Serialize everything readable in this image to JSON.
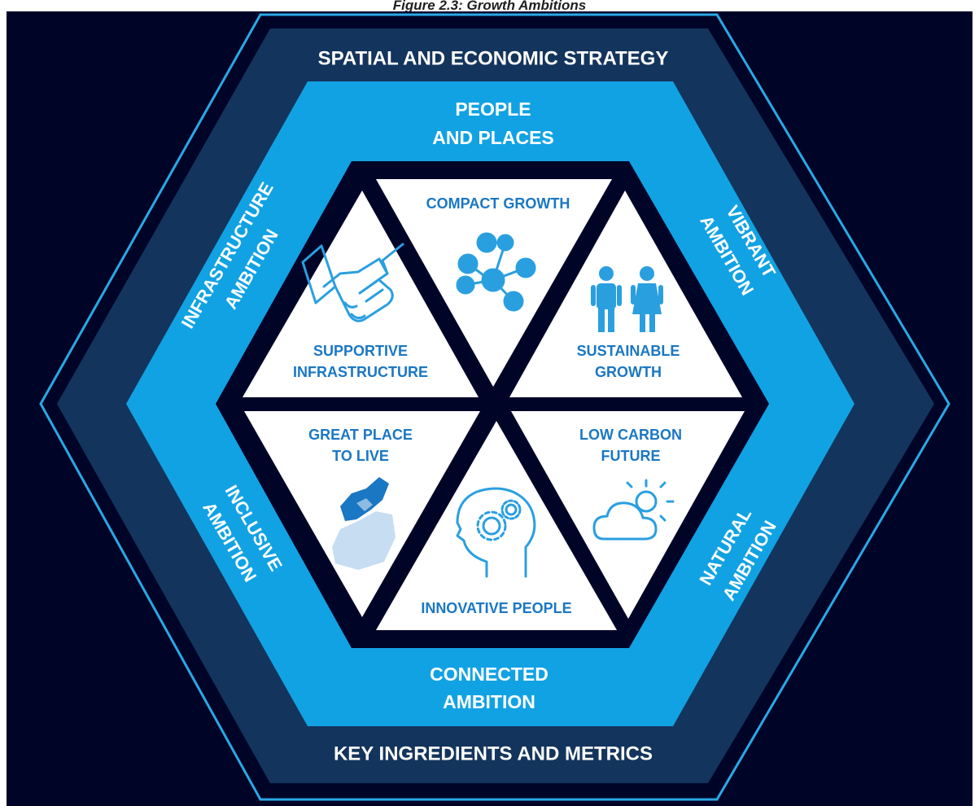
{
  "caption": "Figure 2.3: Growth Ambitions",
  "colors": {
    "background": "#000528",
    "outer_outline": "#2aa8e6",
    "outer_band": "#13345c",
    "middle_band": "#11a2e4",
    "inner_frame": "#000528",
    "triangle_fill": "#ffffff",
    "triangle_text": "#1a77c4",
    "icon": "#2a9fe0"
  },
  "outer_band": {
    "top_label": "SPATIAL AND ECONOMIC STRATEGY",
    "bottom_label": "KEY INGREDIENTS AND METRICS"
  },
  "ambitions": {
    "top": [
      "PEOPLE",
      "AND PLACES"
    ],
    "bottom": [
      "CONNECTED",
      "AMBITION"
    ],
    "upper_left": [
      "INFRASTRUCTURE",
      "AMBITION"
    ],
    "lower_left": [
      "INCLUSIVE",
      "AMBITION"
    ],
    "upper_right": [
      "VIBRANT",
      "AMBITION"
    ],
    "lower_right": [
      "NATURAL",
      "AMBITION"
    ]
  },
  "segments": {
    "top": {
      "lines": [
        "COMPACT GROWTH"
      ],
      "icon": "network-nodes-icon"
    },
    "upper_right": {
      "lines": [
        "SUSTAINABLE",
        "GROWTH"
      ],
      "icon": "people-couple-icon"
    },
    "lower_right": {
      "lines": [
        "LOW CARBON",
        "FUTURE"
      ],
      "icon": "sun-cloud-icon"
    },
    "bottom": {
      "lines": [
        "INNOVATIVE PEOPLE"
      ],
      "icon": "head-gears-icon"
    },
    "lower_left": {
      "lines": [
        "GREAT PLACE",
        "TO LIVE"
      ],
      "icon": "pixel-map-icon"
    },
    "upper_left": {
      "lines": [
        "SUPPORTIVE",
        "INFRASTRUCTURE"
      ],
      "icon": "handshake-icon"
    }
  }
}
